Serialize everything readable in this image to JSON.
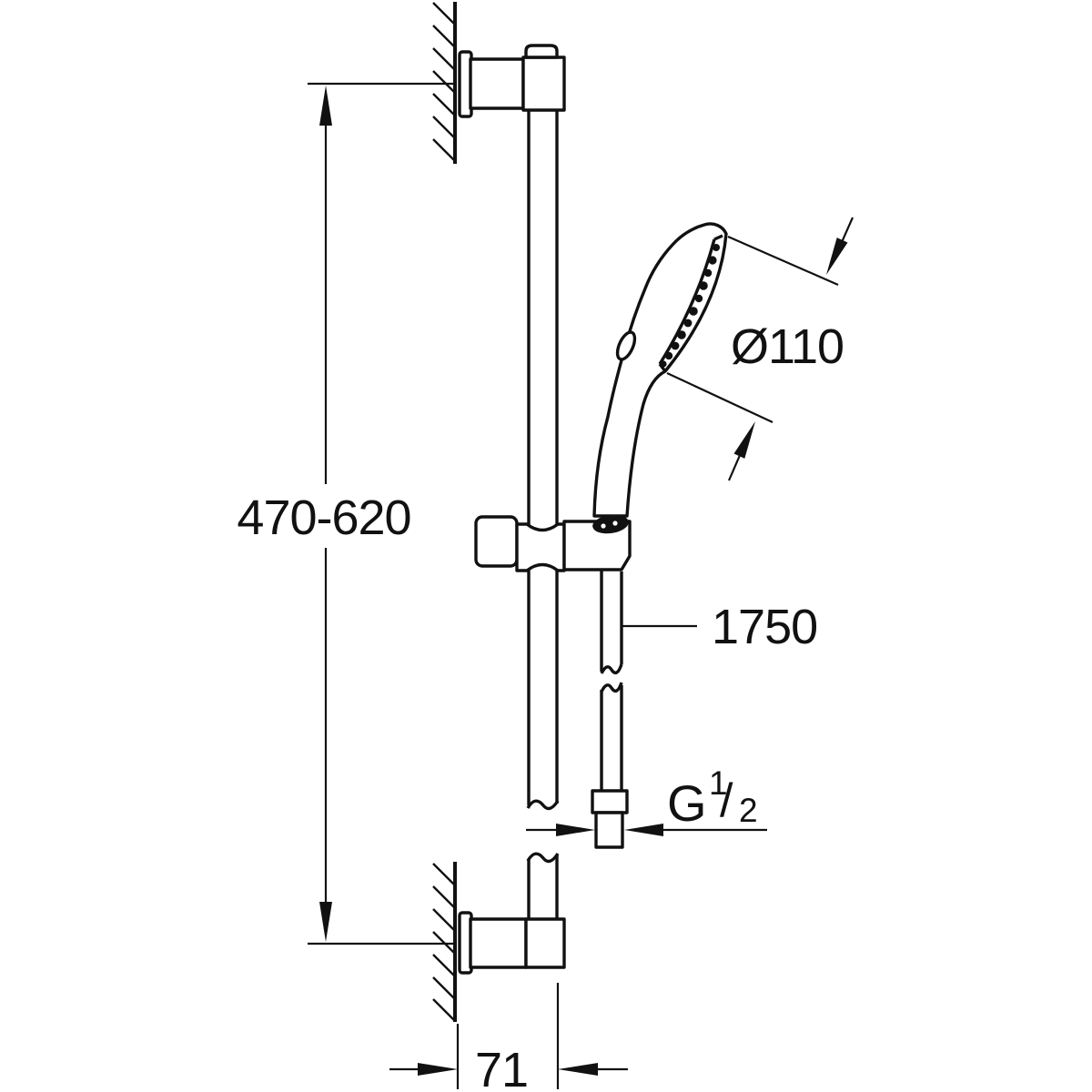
{
  "diagram": {
    "type": "technical-line-drawing",
    "subject": "shower-rail-set-side-view",
    "colors": {
      "background": "#ffffff",
      "ink": "#111111"
    },
    "dimensions": {
      "height_range": "470-620",
      "head_diameter": "Ø110",
      "hose_length": "1750",
      "thread": {
        "prefix": "G",
        "numerator": "1",
        "slash": "/",
        "denominator": "2"
      },
      "wall_offset": "71"
    }
  }
}
